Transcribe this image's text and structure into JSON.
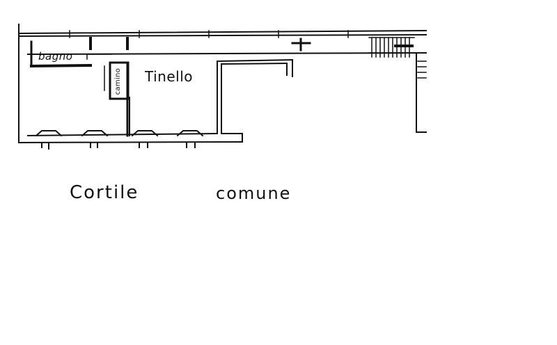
{
  "colors": {
    "ink": "#111111",
    "paper": "#ffffff"
  },
  "rooms": {
    "bagno": "bagno",
    "tinello": "Tinello",
    "camino": "camino"
  },
  "outside": {
    "cortile": "Cortile",
    "comune": "comune"
  }
}
